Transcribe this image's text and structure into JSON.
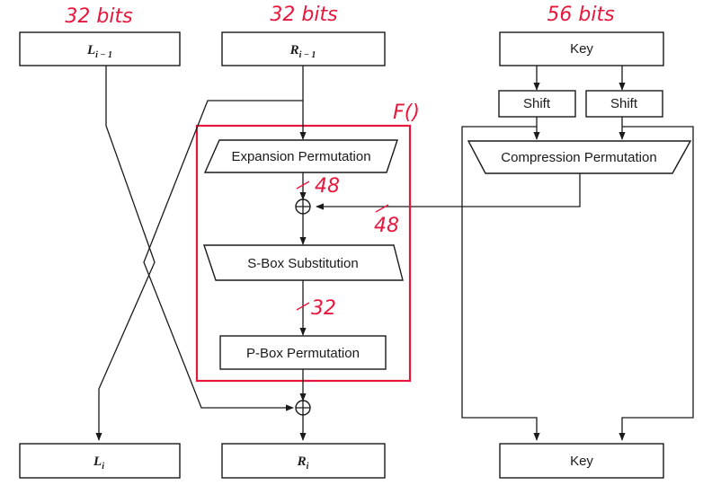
{
  "annotations": {
    "left_width": "32 bits",
    "right_width": "32 bits",
    "key_width": "56 bits",
    "function_label": "F()",
    "expansion_bits": "48",
    "key_bits": "48",
    "sbox_bits": "32"
  },
  "left_top": {
    "base": "L",
    "subscript": "i − 1"
  },
  "right_top": {
    "base": "R",
    "subscript": "i − 1"
  },
  "left_bottom": {
    "base": "L",
    "subscript": "i"
  },
  "right_bottom": {
    "base": "R",
    "subscript": "i"
  },
  "key_top": "Key",
  "key_bottom": "Key",
  "shift_left": "Shift",
  "shift_right": "Shift",
  "compression": "Compression Permutation",
  "expansion": "Expansion Permutation",
  "sbox": "S-Box Substitution",
  "pbox": "P-Box Permutation"
}
